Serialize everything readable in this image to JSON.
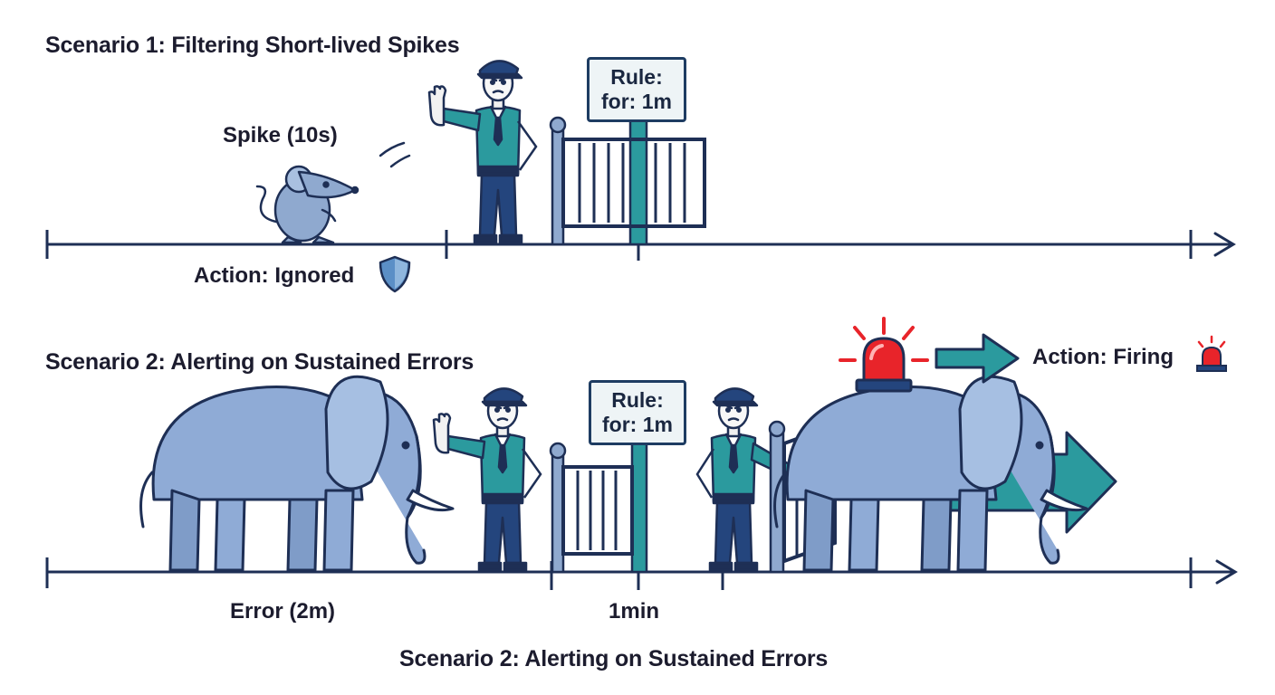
{
  "scenario1": {
    "heading": "Scenario 1:  Filtering Short-lived Spikes",
    "spike_label": "Spike (10s)",
    "action_label": "Action: Ignored",
    "rule_title": "Rule:",
    "rule_value": "for: 1m"
  },
  "scenario2": {
    "heading": "Scenario 2:  Alerting on Sustained Errors",
    "error_label": "Error (2m)",
    "duration_label": "1min",
    "rule_title": "Rule:",
    "rule_value": "for: 1m",
    "action_label": "Action: Firing"
  },
  "caption": "Scenario 2: Alerting on Sustained Errors",
  "colors": {
    "outline": "#1e2f55",
    "teal": "#2b9a9e",
    "navy": "#24457d",
    "elephant": "#8fabd6",
    "gate": "#8fa9cf",
    "siren_red": "#e8242a"
  }
}
